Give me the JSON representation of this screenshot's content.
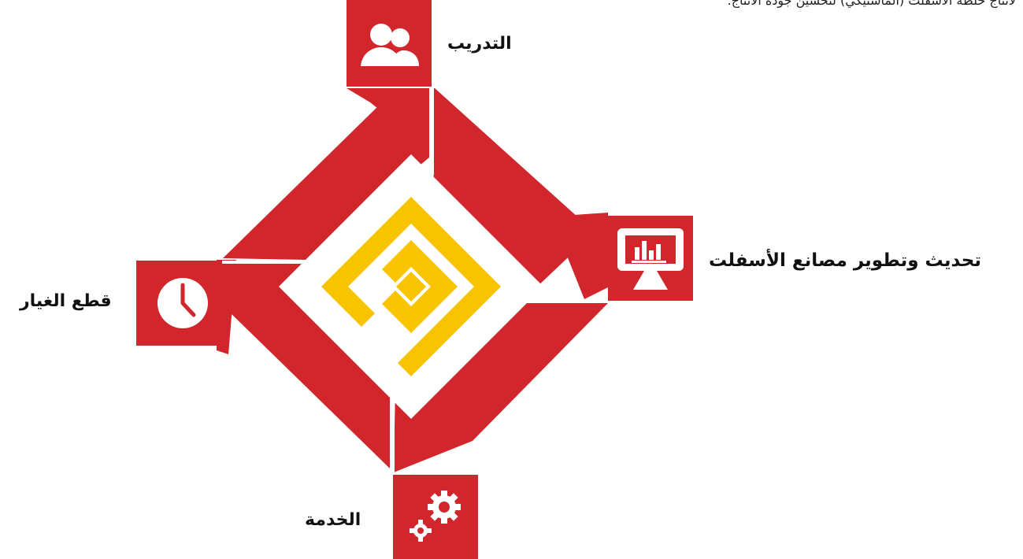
{
  "header_text": "لانتاج خلطة الأسفلت (الماستيكي) لتحسين جودة الانتاج.",
  "colors": {
    "accent_red": "#d0262c",
    "logo_yellow": "#f8c400",
    "diamond_white": "#ffffff",
    "label_text": "#111111"
  },
  "nodes": {
    "training": {
      "label": "التدريب",
      "icon": "users-icon"
    },
    "modernization": {
      "label": "تحديث وتطوير مصانع الأسفلت",
      "icon": "monitor-chart-icon"
    },
    "service": {
      "label": "الخدمة",
      "icon": "gears-icon"
    },
    "spare_parts": {
      "label": "قطع الغيار",
      "icon": "clock-icon"
    }
  }
}
